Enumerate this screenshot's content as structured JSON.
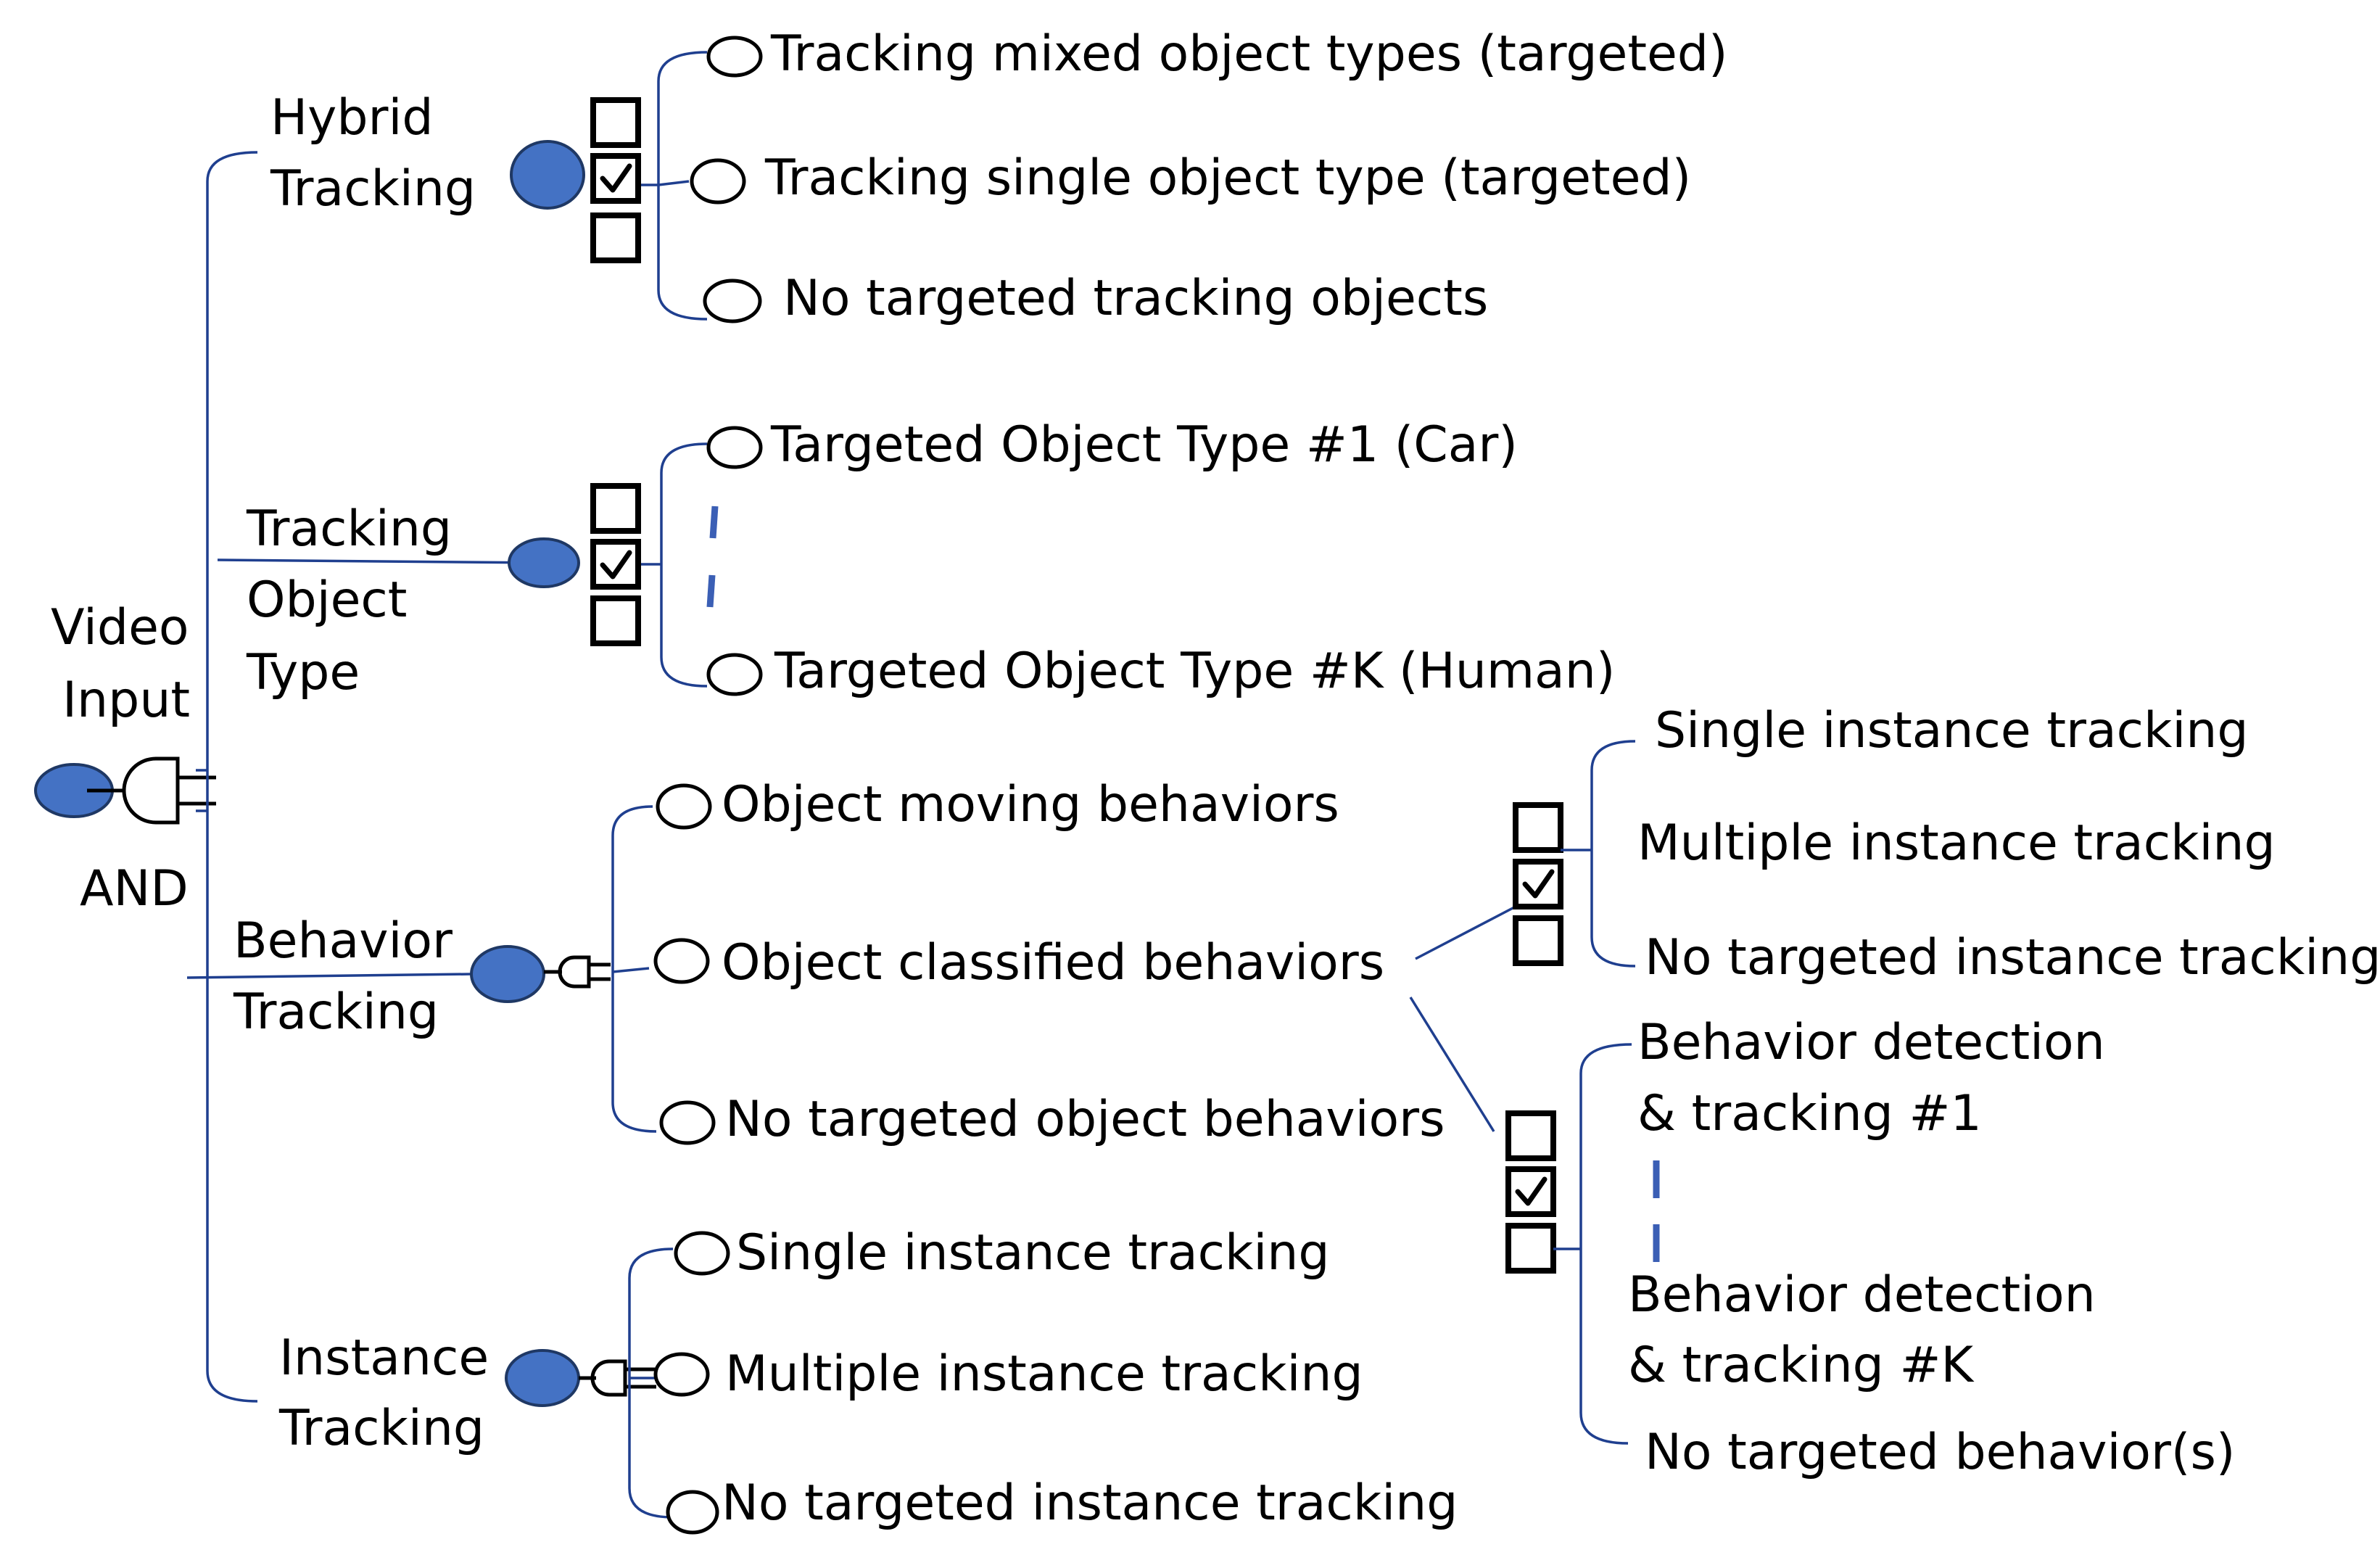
{
  "root": {
    "label_line1": "Video",
    "label_line2": "Input",
    "operator": "AND"
  },
  "hybrid": {
    "label_line1": "Hybrid",
    "label_line2": "Tracking",
    "options": [
      "Tracking mixed object types (targeted)",
      "Tracking single object type (targeted)",
      "No targeted tracking objects"
    ]
  },
  "object_type": {
    "label_line1": "Tracking",
    "label_line2": "Object",
    "label_line3": "Type",
    "options": [
      "Targeted Object Type #1 (Car)",
      "Targeted Object Type #K (Human)"
    ]
  },
  "behavior": {
    "label_line1": "Behavior",
    "label_line2": "Tracking",
    "options": [
      "Object moving behaviors",
      "Object classified behaviors",
      "No targeted object behaviors"
    ],
    "classified_instance_options": [
      "Single instance tracking",
      "Multiple instance tracking",
      "No targeted instance tracking"
    ],
    "classified_behavior_options": {
      "first_line1": "Behavior detection",
      "first_line2": "& tracking #1",
      "last_line1": "Behavior detection",
      "last_line2": "& tracking #K",
      "none": "No targeted behavior(s)"
    }
  },
  "instance": {
    "label_line1": "Instance",
    "label_line2": "Tracking",
    "options": [
      "Single instance tracking",
      "Multiple instance tracking",
      "No targeted instance tracking"
    ]
  },
  "colors": {
    "node_fill": "#4472c4",
    "connector_line": "#1f3f8f",
    "text": "#000000"
  }
}
